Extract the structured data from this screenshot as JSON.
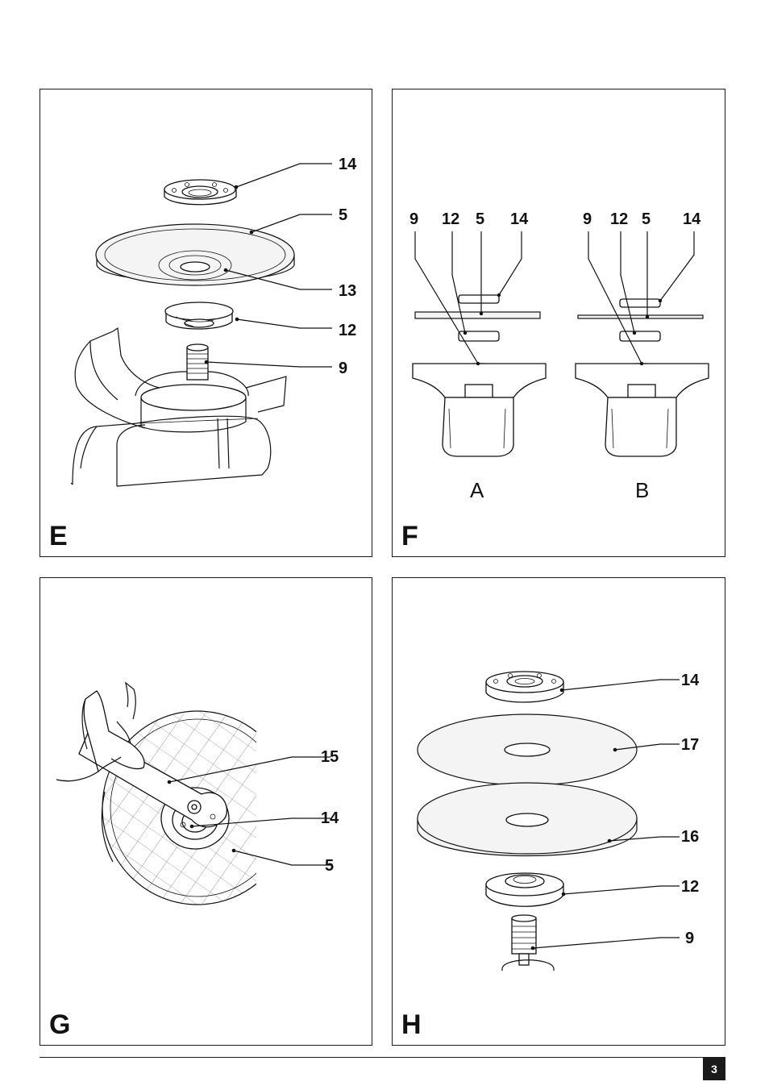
{
  "figures": {
    "e": {
      "letter": "E",
      "callouts": [
        "14",
        "5",
        "13",
        "12",
        "9"
      ]
    },
    "f": {
      "letter": "F",
      "variant_a": {
        "label": "A",
        "callouts": [
          "9",
          "12",
          "5",
          "14"
        ]
      },
      "variant_b": {
        "label": "B",
        "callouts": [
          "9",
          "12",
          "5",
          "14"
        ]
      }
    },
    "g": {
      "letter": "G",
      "callouts": [
        "15",
        "14",
        "5"
      ]
    },
    "h": {
      "letter": "H",
      "callouts": [
        "14",
        "17",
        "16",
        "12",
        "9"
      ]
    }
  },
  "footer": {
    "page_number": "3"
  }
}
